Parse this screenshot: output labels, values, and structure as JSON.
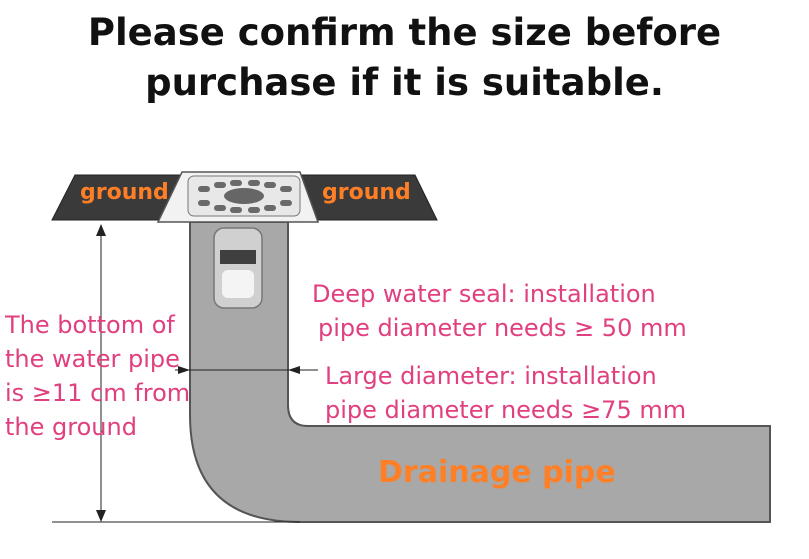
{
  "header": {
    "line1": "Please confirm the size before",
    "line2": "purchase if it is suitable."
  },
  "labels": {
    "ground_left": "ground",
    "ground_right": "ground",
    "depth_line1": "The bottom of",
    "depth_line2": "the water pipe",
    "depth_line3": "is ≥11 cm from",
    "depth_line4": "the ground",
    "deep_seal_line1": "Deep water seal: installation",
    "deep_seal_line2": "pipe diameter needs ≥ 50 mm",
    "large_diam_line1": "Large diameter: installation",
    "large_diam_line2": "pipe diameter needs ≥75 mm",
    "drainage_pipe": "Drainage pipe"
  },
  "colors": {
    "annotation_pink": "#e0407f",
    "label_orange": "#ff7f27",
    "pipe_gray": "#a8a8a8",
    "ground_dark": "#3a3a3a"
  }
}
